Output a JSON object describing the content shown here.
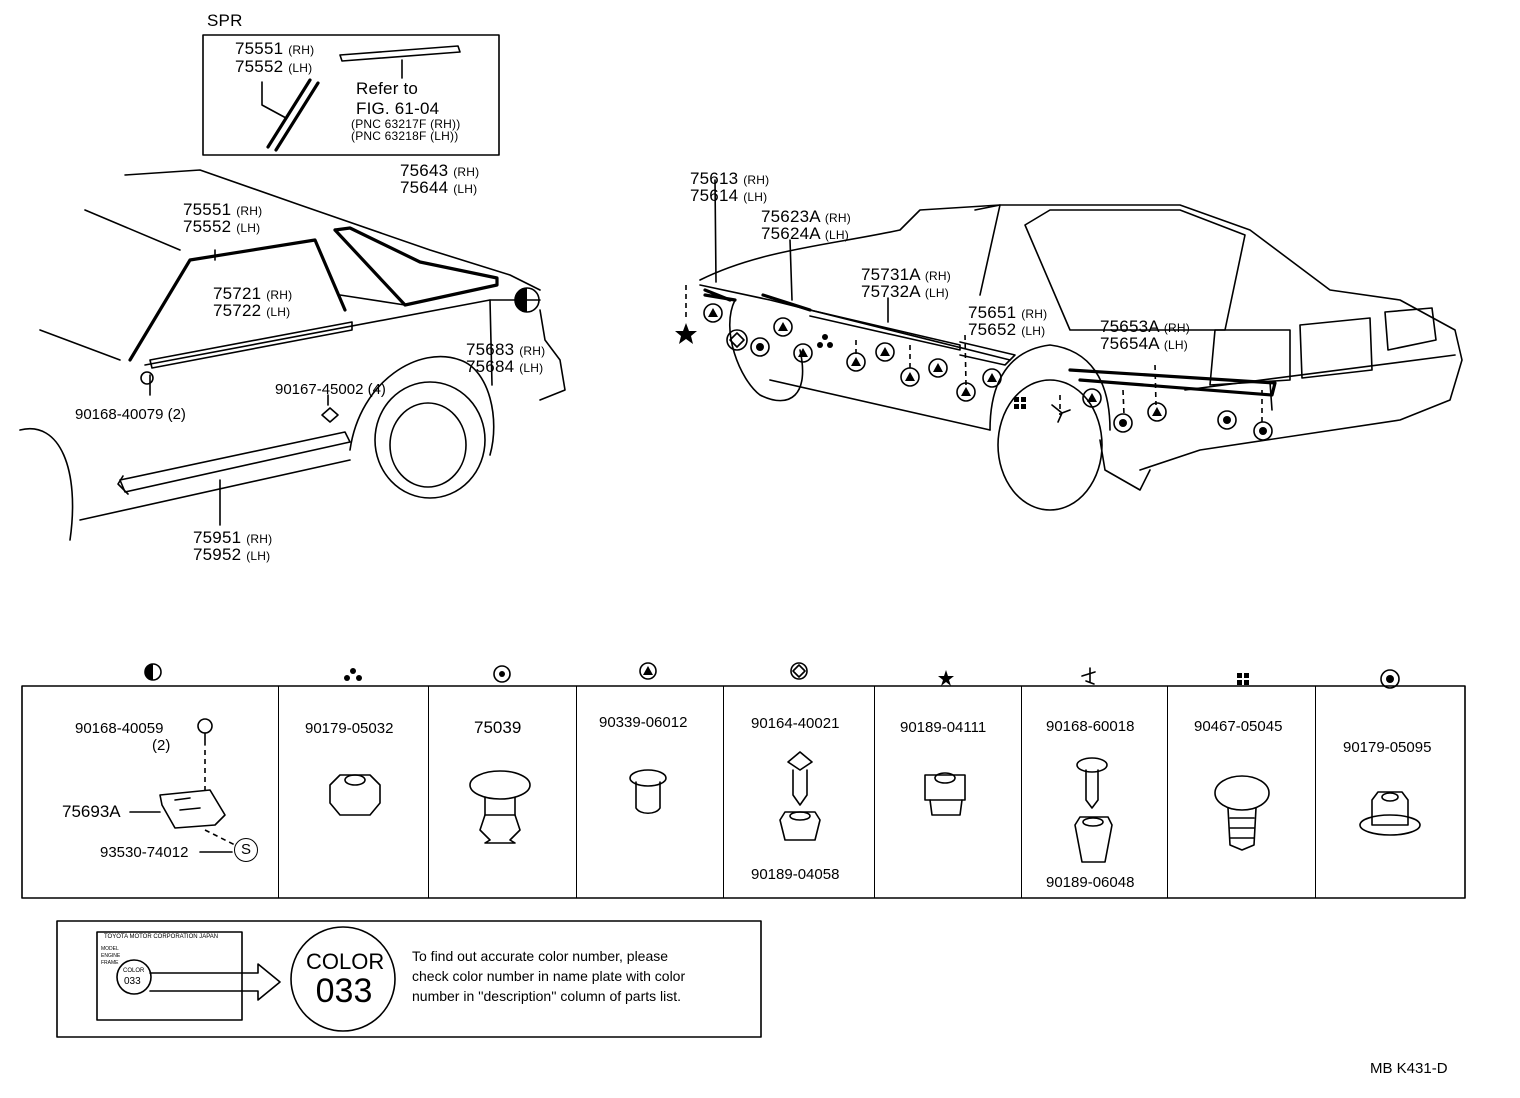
{
  "spr": {
    "title": "SPR",
    "rh_1": "75551",
    "rh_1_side": "(RH)",
    "lh_1": "75552",
    "lh_1_side": "(LH)",
    "refer": "Refer to",
    "fig": "FIG. 61-04",
    "pnc_rh": "(PNC 63217F (RH))",
    "pnc_lh": "(PNC 63218F (LH))"
  },
  "left_labels": [
    {
      "num": "75643",
      "side": "(RH)"
    },
    {
      "num": "75644",
      "side": "(LH)"
    },
    {
      "num": "75551",
      "side": "(RH)"
    },
    {
      "num": "75552",
      "side": "(LH)"
    },
    {
      "num": "75721",
      "side": "(RH)"
    },
    {
      "num": "75722",
      "side": "(LH)"
    },
    {
      "num": "75683",
      "side": "(RH)"
    },
    {
      "num": "75684",
      "side": "(LH)"
    },
    {
      "num": "75951",
      "side": "(RH)"
    },
    {
      "num": "75952",
      "side": "(LH)"
    }
  ],
  "left_fasteners": {
    "clip_a": "90168-40079 (2)",
    "clip_b": "90167-45002 (4)"
  },
  "right_labels": [
    {
      "num": "75613",
      "side": "(RH)"
    },
    {
      "num": "75614",
      "side": "(LH)"
    },
    {
      "num": "75623A",
      "side": "(RH)"
    },
    {
      "num": "75624A",
      "side": "(LH)"
    },
    {
      "num": "75731A",
      "side": "(RH)"
    },
    {
      "num": "75732A",
      "side": "(LH)"
    },
    {
      "num": "75651",
      "side": "(RH)"
    },
    {
      "num": "75652",
      "side": "(LH)"
    },
    {
      "num": "75653A",
      "side": "(RH)"
    },
    {
      "num": "75654A",
      "side": "(LH)"
    }
  ],
  "table": {
    "col1": {
      "top": "90168-40059",
      "qty": "(2)",
      "mid": "75693A",
      "bottom": "93530-74012",
      "mark": "S"
    },
    "col2": "90179-05032",
    "col3": "75039",
    "col4": "90339-06012",
    "col5": {
      "top": "90164-40021",
      "bottom": "90189-04058"
    },
    "col6": "90189-04111",
    "col7": {
      "top": "90168-60018",
      "bottom": "90189-06048"
    },
    "col8": "90467-05045",
    "col9": "90179-05095"
  },
  "plate": {
    "corp": "TOYOTA MOTOR CORPORATION JAPAN",
    "rows": [
      "MODEL",
      "ENGINE",
      "FRAME"
    ],
    "small_color": "COLOR",
    "small_num": "033",
    "big_color": "COLOR",
    "big_num": "033",
    "note_line1": "To find out accurate color number, please",
    "note_line2": "check color number in name plate with color",
    "note_line3": "number in ''description'' column of parts list."
  },
  "footer": "MB  K431-D"
}
